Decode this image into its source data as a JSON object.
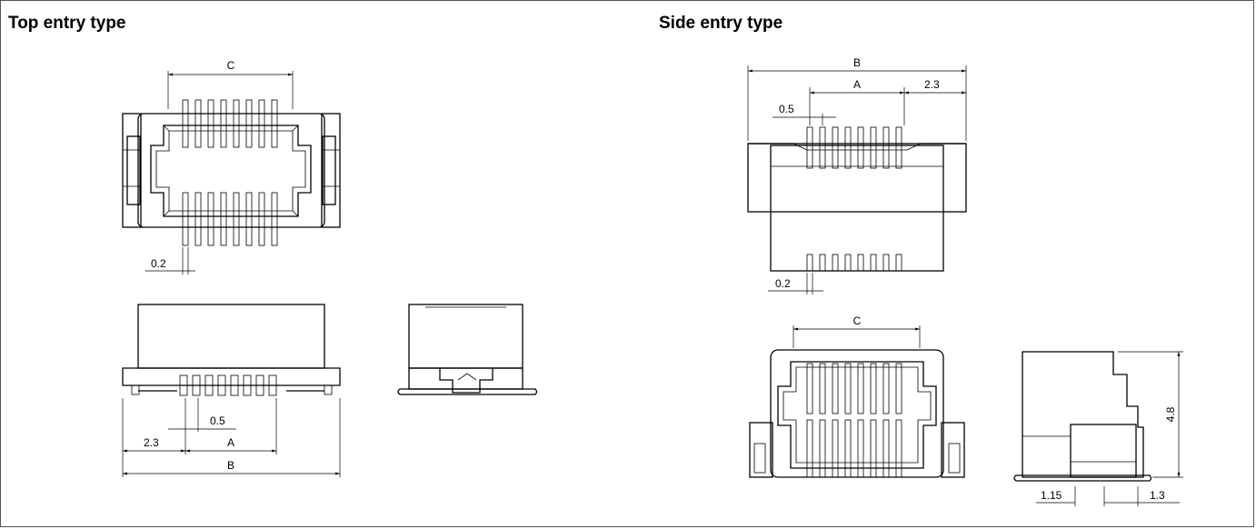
{
  "sections": {
    "top": {
      "title": "Top entry type"
    },
    "side": {
      "title": "Side entry type"
    }
  },
  "dimensions": {
    "top_plan_c": "C",
    "top_plan_pitch": "0.2",
    "top_front_pitch": "0.5",
    "top_front_offset": "2.3",
    "top_front_a": "A",
    "top_front_b": "B",
    "side_plan_b": "B",
    "side_plan_a": "A",
    "side_plan_offset": "2.3",
    "side_plan_pitch": "0.5",
    "side_plan_lead": "0.2",
    "side_front_c": "C",
    "side_profile_height": "4.8",
    "side_profile_left": "1.15",
    "side_profile_right": "1.3"
  }
}
